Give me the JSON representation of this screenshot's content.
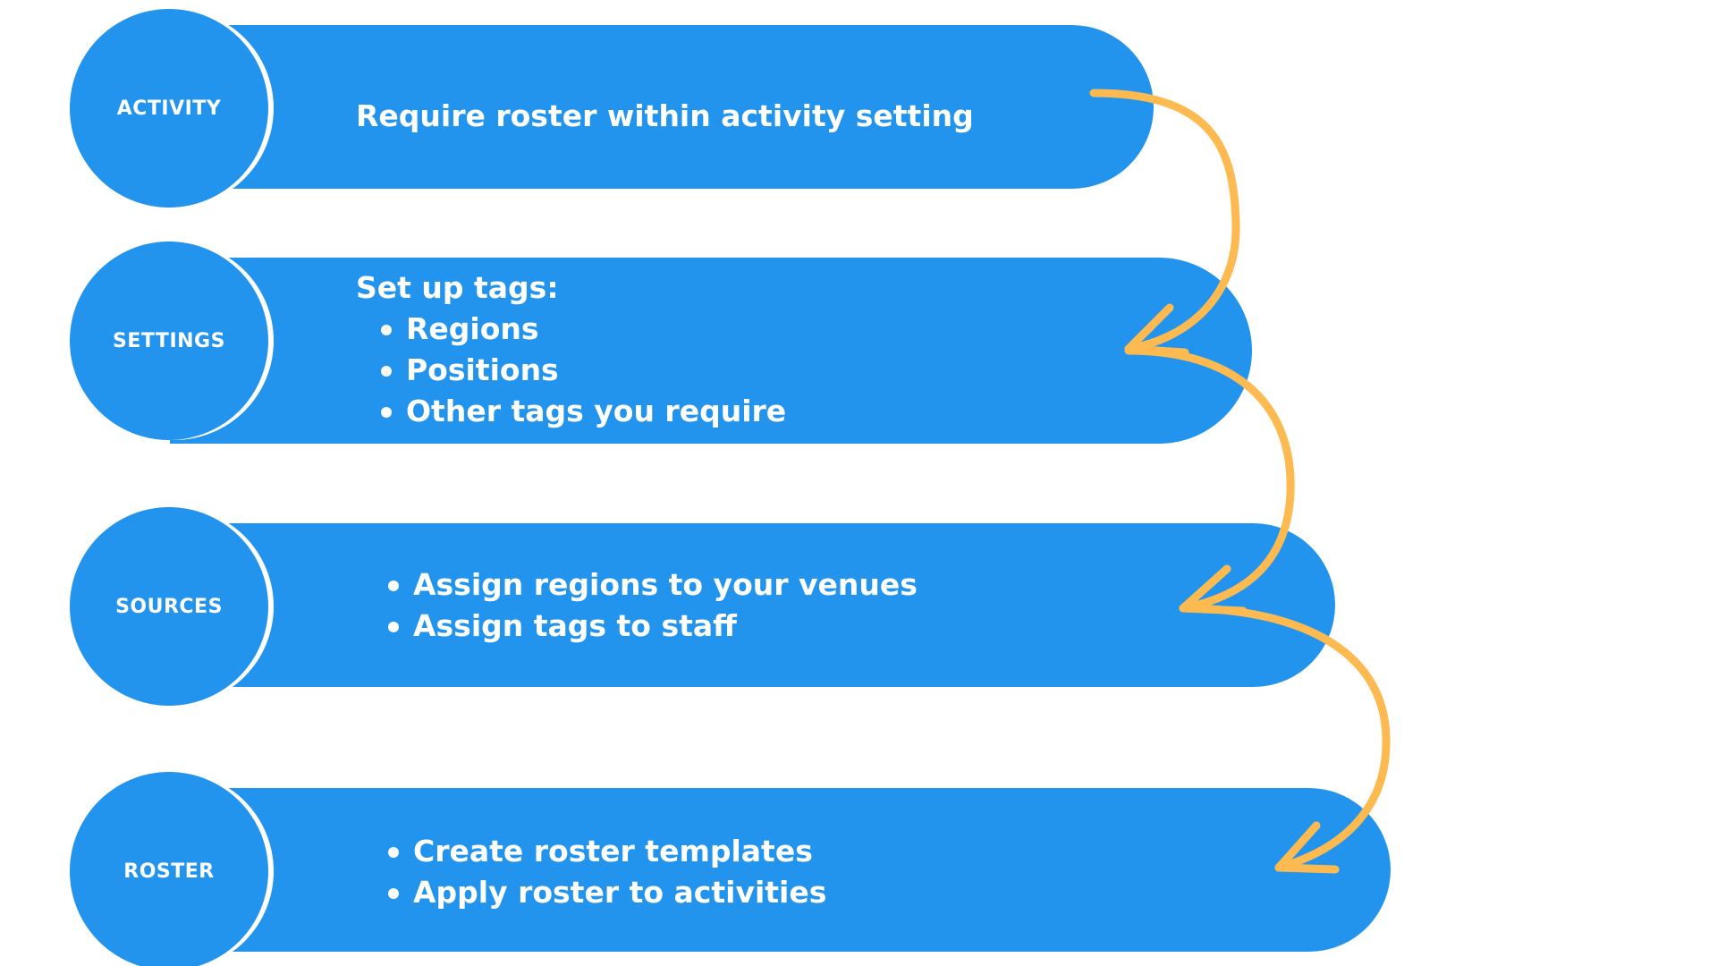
{
  "steps": [
    {
      "label": "ACTIVITY",
      "heading": "Require roster within activity setting",
      "items": []
    },
    {
      "label": "SETTINGS",
      "heading": "Set up tags:",
      "items": [
        "Regions",
        "Positions",
        "Other tags you require"
      ]
    },
    {
      "label": "SOURCES",
      "heading": "",
      "items": [
        "Assign regions to your venues",
        "Assign tags to staff"
      ]
    },
    {
      "label": "ROSTER",
      "heading": "",
      "items": [
        "Create roster templates",
        "Apply roster to activities"
      ]
    }
  ],
  "colors": {
    "step_fill": "#2294EE",
    "arrow": "#FDBA50",
    "text": "#FFFFFF"
  },
  "icons": {
    "connector": "curved-arrow-icon"
  }
}
